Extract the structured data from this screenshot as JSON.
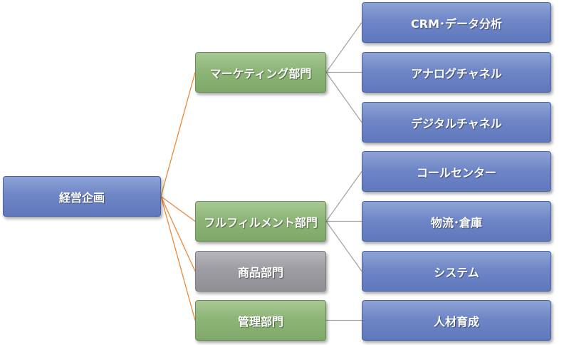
{
  "root": {
    "label": "経営企画",
    "color": "#6f87c7"
  },
  "departments": [
    {
      "label": "マーケティング部門",
      "color": "#8db577",
      "children": [
        "CRM･データ分析",
        "アナログチャネル",
        "デジタルチャネル"
      ]
    },
    {
      "label": "フルフィルメント部門",
      "color": "#8db577",
      "children": [
        "コールセンター",
        "物流･倉庫",
        "システム"
      ]
    },
    {
      "label": "商品部門",
      "color": "#9e9da3",
      "children": []
    },
    {
      "label": "管理部門",
      "color": "#8db577",
      "children": [
        "人材育成"
      ]
    }
  ],
  "connector_colors": {
    "root_to_department": "#e98a3c",
    "department_to_team": "#a6a6a6"
  }
}
